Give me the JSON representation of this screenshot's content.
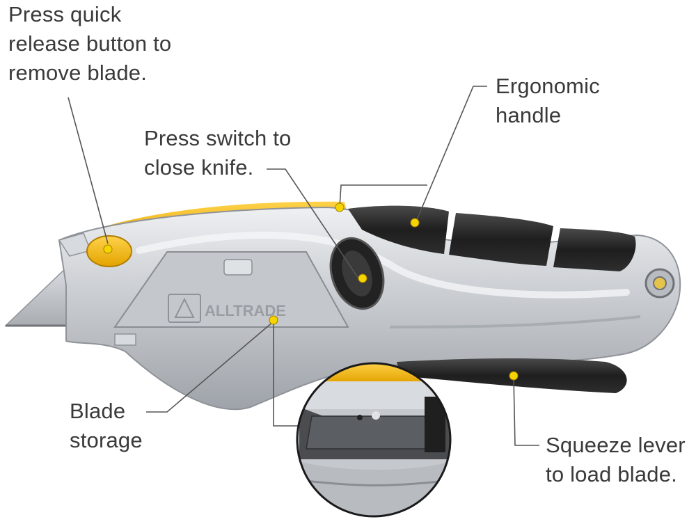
{
  "callouts": {
    "release": {
      "lines": [
        "Press quick",
        "release button to",
        "remove blade."
      ]
    },
    "switch": {
      "lines": [
        "Press switch to",
        "close knife."
      ]
    },
    "handle": {
      "lines": [
        "Ergonomic",
        "handle"
      ]
    },
    "storage": {
      "lines": [
        "Blade",
        "storage"
      ]
    },
    "lever": {
      "lines": [
        "Squeeze lever",
        "to load blade."
      ]
    }
  },
  "brand_text": "ALLTRADE",
  "colors": {
    "body_silver": "#c9ccd0",
    "grip_black": "#222222",
    "accent_yellow": "#f2b400",
    "marker_yellow": "#f5d400",
    "leader": "#555555",
    "text": "#3a3a3a"
  }
}
